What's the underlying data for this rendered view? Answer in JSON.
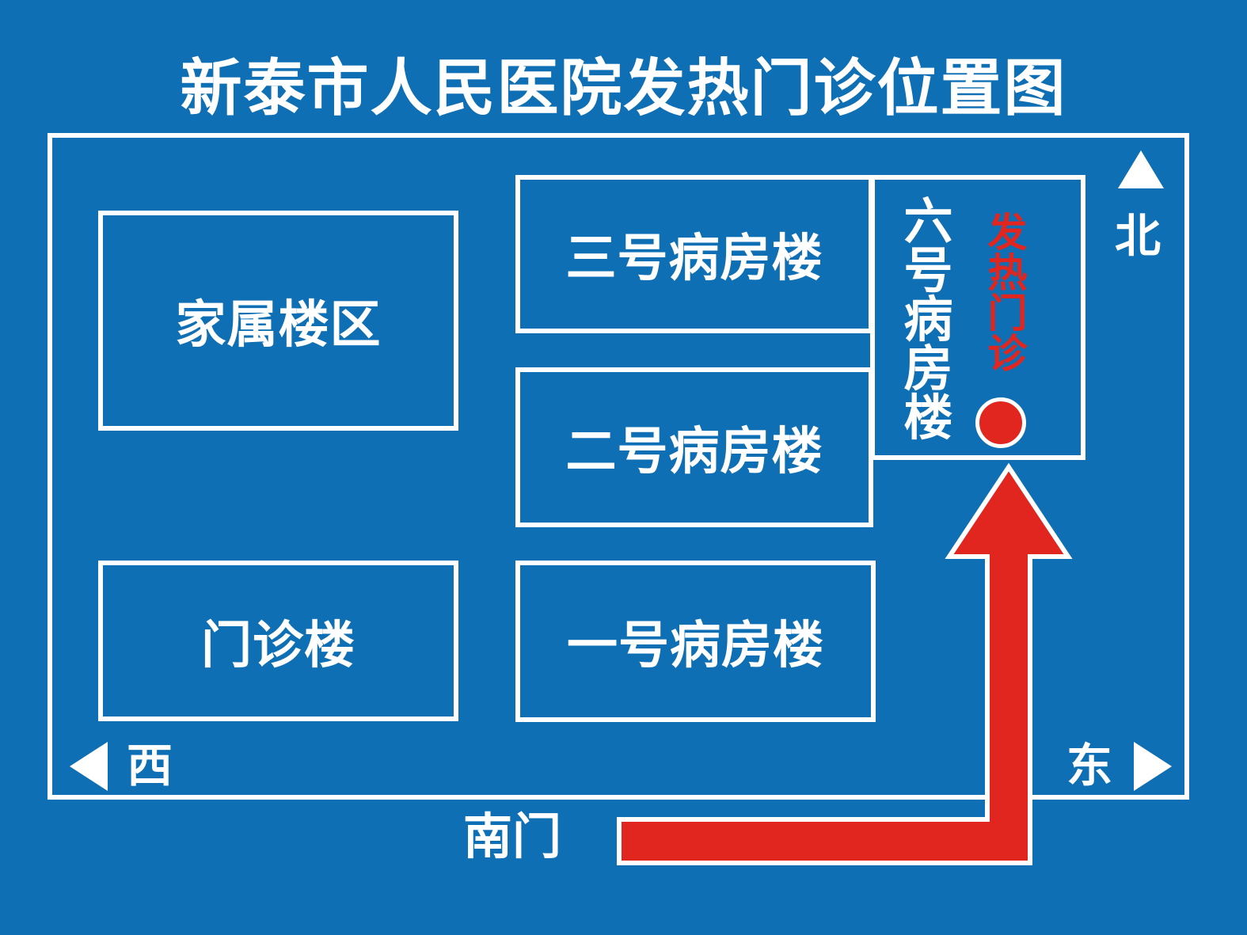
{
  "title": "新泰市人民医院发热门诊位置图",
  "buildings": {
    "family_area": "家属楼区",
    "ward3": "三号病房楼",
    "ward2": "二号病房楼",
    "outpatient": "门诊楼",
    "ward1": "一号病房楼",
    "ward6": "六号病房楼",
    "fever_clinic": "发热门诊"
  },
  "compass": {
    "north": "北",
    "west": "西",
    "east": "东"
  },
  "entrance": "南门",
  "colors": {
    "background": "#0f6fb4",
    "route": "#e0261f",
    "lines": "#ffffff"
  },
  "icons": {
    "north": "triangle-up",
    "west": "triangle-left",
    "east": "triangle-right",
    "fever_marker": "red-circle",
    "route": "red-arrow-up"
  }
}
